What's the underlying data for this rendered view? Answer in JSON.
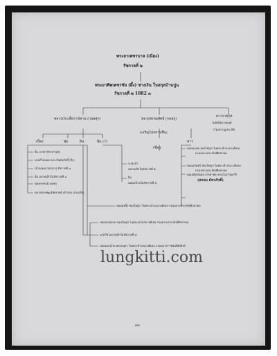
{
  "tree": {
    "root": {
      "line1": "พระยาเพชรบาล (เนียง)",
      "line2": "รัชกาลที่ ๒"
    },
    "second": {
      "line1": "พระยาพิพเพชรชัย (ผึ้ง) ซ่างเงิน ในสกุลบ้านปูน",
      "line2": "รัชกาลที่ ๒ 1882 ๓"
    },
    "branches": [
      {
        "line1": "หลวงประเพ็ยราชพาน (กมลสุก)",
        "line2": ""
      },
      {
        "line1": "หลวงพรหมสัตย์ (กมลกู่)",
        "line2": "(เจริญไม่ทราบชื่อ)"
      },
      {
        "line1": "สาวราคุกุล",
        "line2": "ไม่ถึงปีทราบพงษ์",
        "line3": "(ไม่ปรากฏประวัติ)"
      }
    ],
    "sub_a": [
      "เนื่อง",
      "พุ่ม",
      "ผิน",
      "ทุ้ม (?)"
    ],
    "sub_b": "เชี่ยน",
    "sub_c": "ขาว",
    "list_a": [
      "อิ่ม ภรรยาพระยาบุรุษ",
      "นายก๊ายลอด หลวงวิเศษภักดิ์ (ก๊ะ)",
      "เจ้าจอมมารดาดวง รัชกาลที่ ๔",
      "อิ่ม มหาดเล็กในรัชกาลที่ ๔",
      "ขุนประพนธุ์ (ทุรพ)",
      "หลวงประพัฒน์ชัยราชย์ เจ้ากรม (กรมเรือ)"
    ],
    "list_b": [
      "นายกล่ำ",
      "มหาดเล็กในรัชกาลที่ ๕",
      "อิ่ม",
      "หม่อมห้ามในรัชกาลที่ ๕"
    ],
    "list_c": [
      "หม่อมแช่ม ทองใหญ่ฯ ในพระเจ้าบรมวงศ์เธอ",
      "กรมหลวงประจักษ์ศิลปาคม",
      "หม่อมจันทร์ ทองใหญ่ฯ ในพระเจ้าบรมวงศ์เธอ",
      "กรมหลวงประจักษ์ศิลปาคม",
      "คุณหญิงจันทน์ ภรรยาพระยามโนราชเสวิ์ฯ",
      "(พรหม มัทรภักดิ์)"
    ],
    "row_d": "หม่อมพริ้ง ทองใหญ่ฯ ในพระเจ้าบรมวงศ์เธอ กรมหลวงประจักษ์ศิลปาคม",
    "list_e": [
      "หม่อมอรุณจน ทองใหญ่ฯ ในพระเจ้าบรมวงศ์เธอ กรมหลวงประจักษ์ศิลปาคม",
      "นายวิษ์ มหาดเล็กในรัชกาลที่ ๕",
      "หม่อมละม้าย พลกลบุธร ในพระเจ้าบรมวงศ์เธอ กรมหลวงราชพงศ์ชัยสิงห์"
    ]
  },
  "page_number": "๓๓",
  "watermark": "lungkitti.com"
}
